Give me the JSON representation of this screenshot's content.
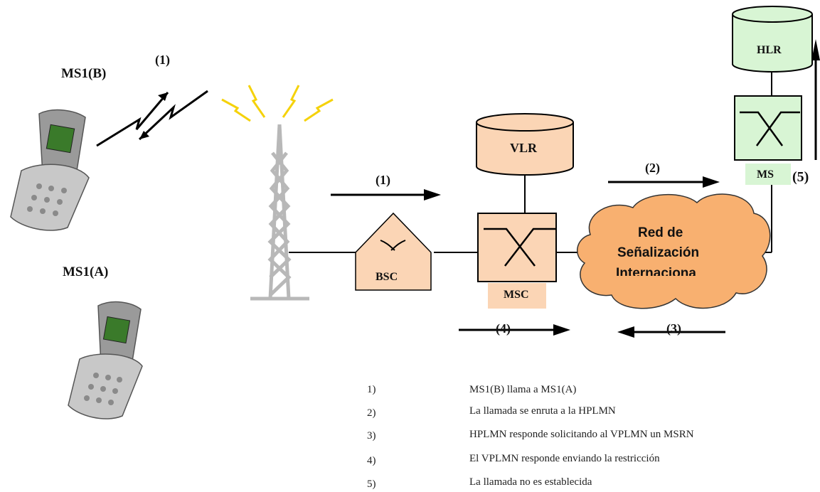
{
  "labels": {
    "ms1b": "MS1(B)",
    "ms1a": "MS1(A)",
    "step1_radio": "(1)",
    "step1": "(1)",
    "step2": "(2)",
    "step3": "(3)",
    "step4": "(4)",
    "step5": "(5)",
    "bsc": "BSC",
    "msc": "MSC",
    "vlr": "VLR",
    "hlr": "HLR",
    "ms_hplmn": "MS",
    "cloud_line1": "Red de",
    "cloud_line2": "Señalización",
    "cloud_line3": "Internaciona"
  },
  "legend": [
    {
      "num": "1)",
      "text": "MS1(B) llama a  MS1(A)"
    },
    {
      "num": "2)",
      "text": "La llamada se enruta a la HPLMN"
    },
    {
      "num": "3)",
      "text": "HPLMN responde solicitando al VPLMN un MSRN"
    },
    {
      "num": "4)",
      "text": "El VPLMN responde enviando la restricción"
    },
    {
      "num": "5)",
      "text": "La llamada no es establecida"
    }
  ],
  "colors": {
    "beige": "#fbd5b5",
    "green": "#d8f5d4",
    "cloud": "#f8b070",
    "tower": "#b8b8b8",
    "lightning": "#f5d20a"
  }
}
